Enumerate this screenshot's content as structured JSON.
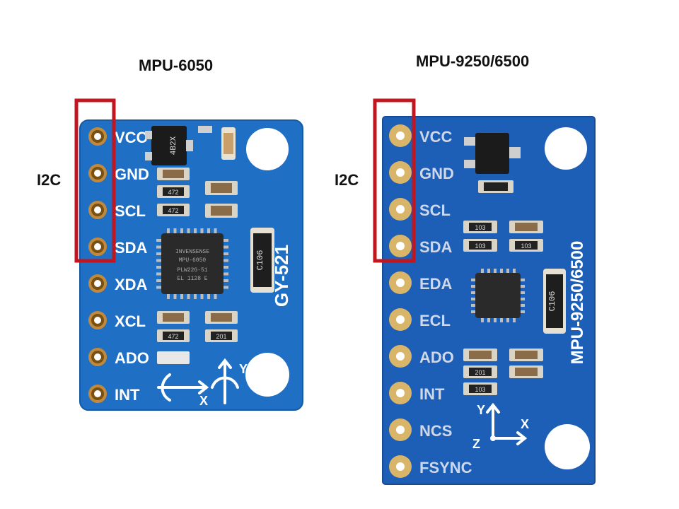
{
  "boards": [
    {
      "title": "MPU-6050",
      "side_label": "I2C",
      "pins": [
        "VCC",
        "GND",
        "SCL",
        "SDA",
        "XDA",
        "XCL",
        "ADO",
        "INT"
      ],
      "silkscreen": "GY-521",
      "chip_text": [
        "INVENSENSE",
        "MPU-6050",
        "PLW22G-51",
        "EL 1128 E"
      ],
      "cap_label": "C106",
      "resistor_labels": [
        "472",
        "472",
        "472",
        "201"
      ],
      "regulator_label": "4B2X",
      "axis_labels": [
        "Y",
        "X"
      ]
    },
    {
      "title": "MPU-9250/6500",
      "side_label": "I2C",
      "pins": [
        "VCC",
        "GND",
        "SCL",
        "SDA",
        "EDA",
        "ECL",
        "ADO",
        "INT",
        "NCS",
        "FSYNC"
      ],
      "silkscreen": "MPU-9250/6500",
      "cap_label": "C106",
      "resistor_labels": [
        "103",
        "103",
        "103",
        "201",
        "103"
      ],
      "axis_labels": [
        "Y",
        "X",
        "Z"
      ]
    }
  ],
  "colors": {
    "pcb_left": "#1f6fc4",
    "pcb_right": "#1d5fb6",
    "highlight": "#c0161f",
    "pad_gold": "#d9b56a",
    "silk": "#ffffff"
  }
}
